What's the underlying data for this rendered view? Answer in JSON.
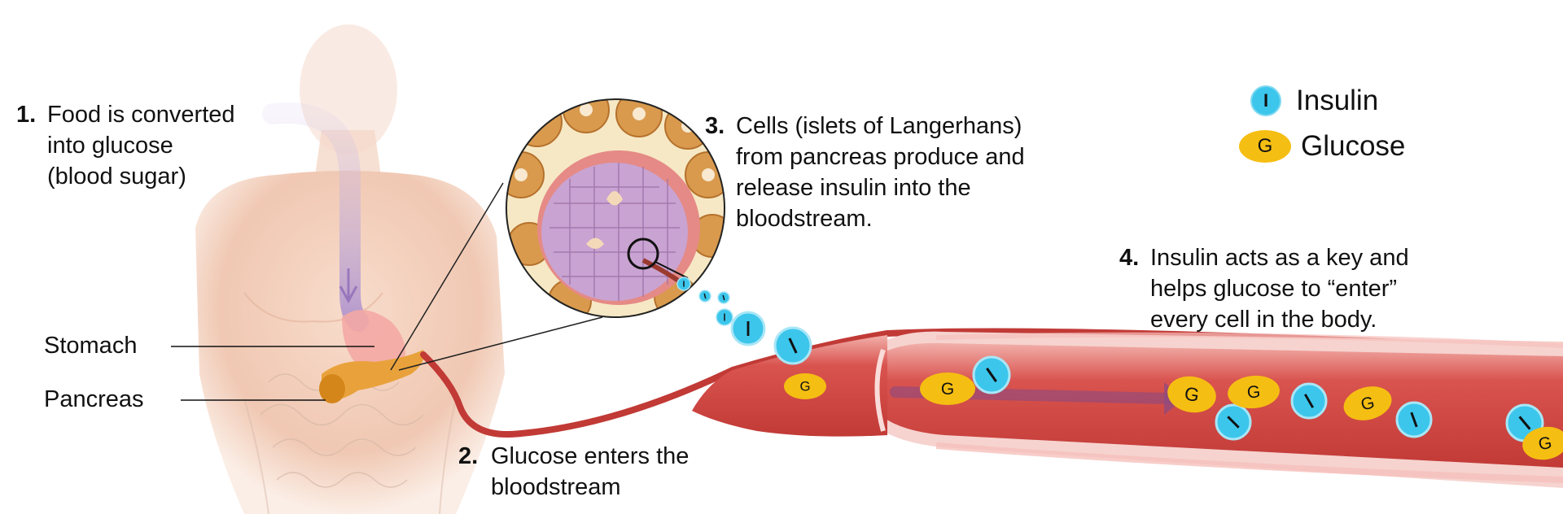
{
  "steps": [
    {
      "num": "1.",
      "lines": [
        "Food is converted",
        "into glucose",
        "(blood sugar)"
      ]
    },
    {
      "num": "2.",
      "lines": [
        "Glucose enters the",
        "bloodstream"
      ]
    },
    {
      "num": "3.",
      "lines": [
        "Cells (islets of Langerhans)",
        "from pancreas produce and",
        "release insulin into the",
        "bloodstream."
      ]
    },
    {
      "num": "4.",
      "lines": [
        "Insulin acts as a key and",
        "helps glucose to “enter”",
        "every cell in the body."
      ]
    }
  ],
  "organs": {
    "stomach": "Stomach",
    "pancreas": "Pancreas"
  },
  "legend": {
    "insulin_symbol": "I",
    "insulin_label": "Insulin",
    "glucose_symbol": "G",
    "glucose_label": "Glucose"
  },
  "colors": {
    "insulin": "#3cc6ec",
    "glucose": "#f5be12",
    "vessel": "#c9403f",
    "islet": "#c8a0cc"
  }
}
